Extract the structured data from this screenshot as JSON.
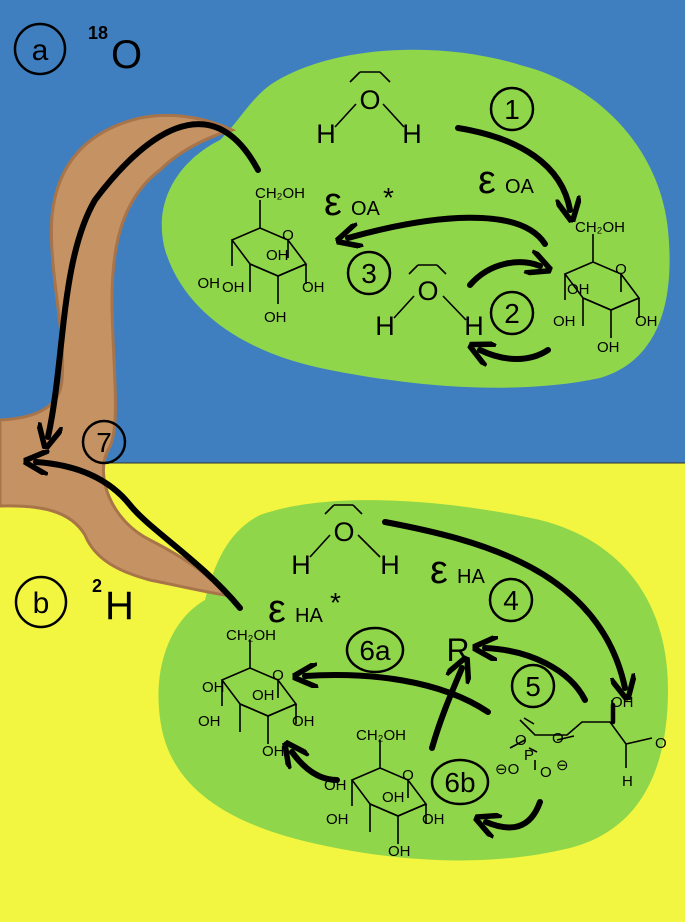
{
  "colors": {
    "top_panel": "#3f7fc0",
    "bottom_panel": "#f2f640",
    "leaf": "#90d64a",
    "trunk": "#c49263",
    "trunk_edge": "#a8744a",
    "ink": "#000000"
  },
  "panel_a": {
    "label": "a",
    "isotope_mass": "18",
    "isotope_element": "O"
  },
  "panel_b": {
    "label": "b",
    "isotope_mass": "2",
    "isotope_element": "H"
  },
  "water": {
    "o": "O",
    "h": "H"
  },
  "steps": {
    "s1": "1",
    "s2": "2",
    "s3": "3",
    "s4": "4",
    "s5": "5",
    "s6a": "6a",
    "s6b": "6b",
    "s7": "7"
  },
  "epsilons": {
    "symbol": "ε",
    "oa": "OA",
    "oa_star": "OA*",
    "ha": "HA",
    "ha_star": "HA*",
    "star": "*"
  },
  "sugar": {
    "ch2oh": "CH₂OH",
    "oh": "OH",
    "ring_o": "O"
  },
  "phosphate": {
    "p": "P",
    "o": "O",
    "o_minus": "⊖O",
    "minus": "⊖",
    "h": "H",
    "oh": "OH"
  },
  "r_group": "R",
  "icons": [
    "curved-arrow-icon",
    "leaf-shape",
    "tree-trunk-shape"
  ]
}
